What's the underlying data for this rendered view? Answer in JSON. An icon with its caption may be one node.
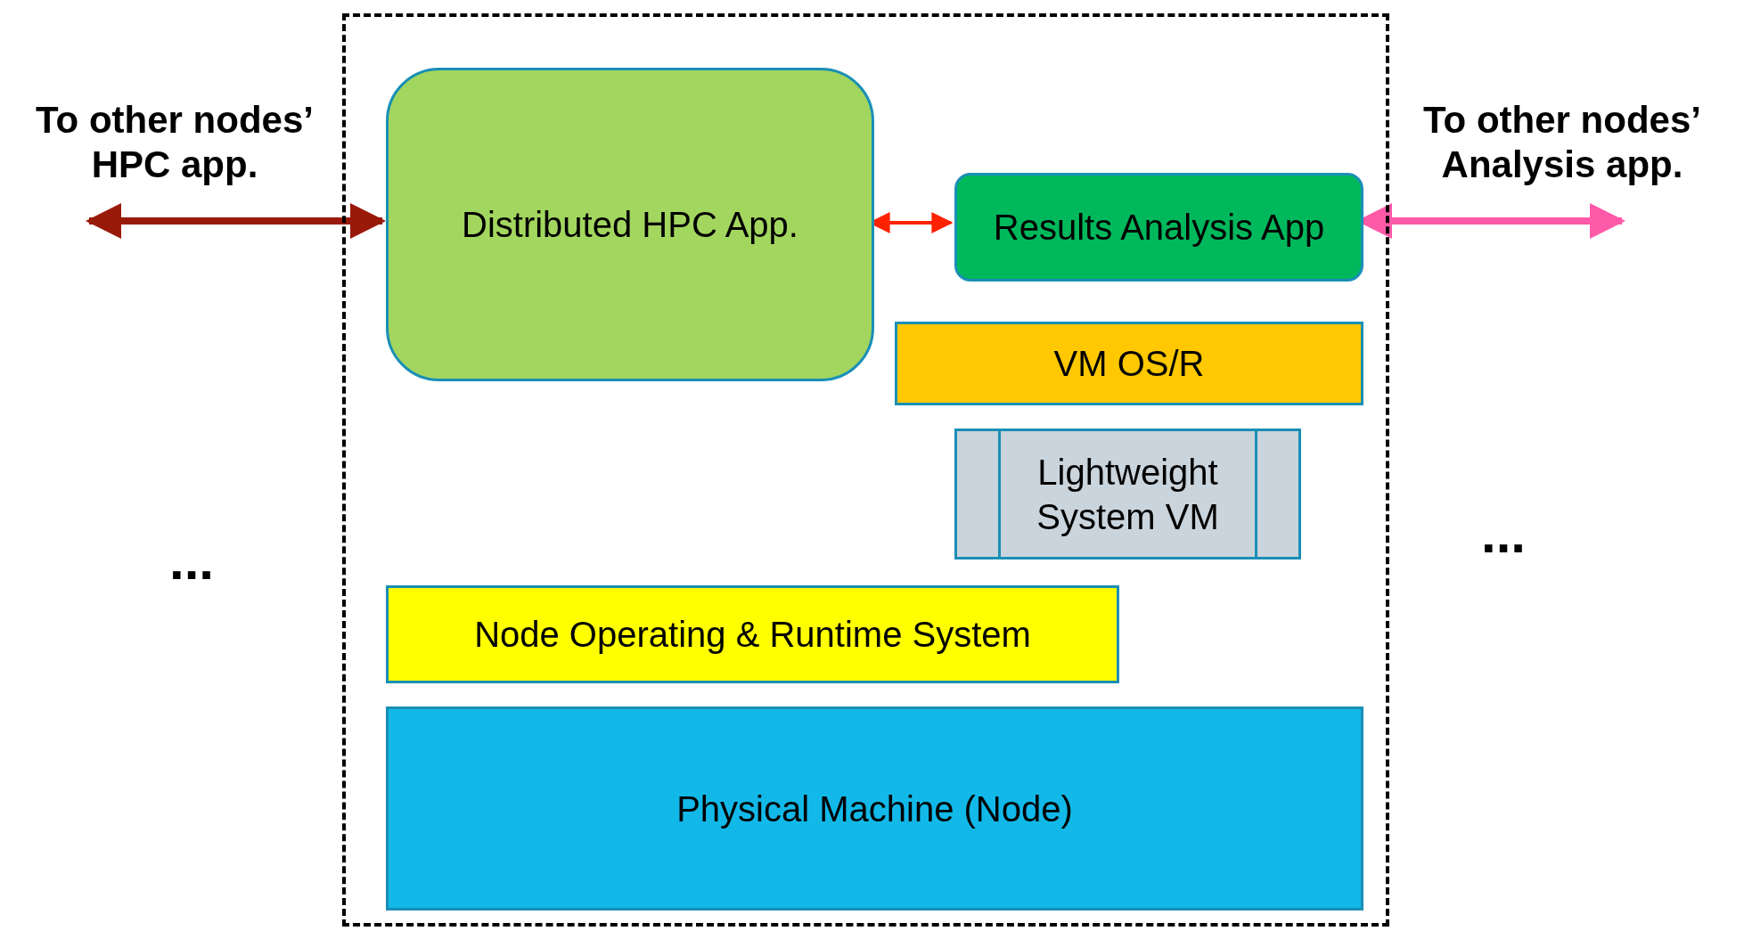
{
  "diagram": {
    "nodes": [
      {
        "text": [],
        "shape": "box"
      },
      {
        "text": [
          "Distributed HPC App."
        ],
        "in": 0
      },
      {
        "text": [
          "Results Analysis App"
        ],
        "in": 0
      },
      {
        "text": [
          "VM OS/R"
        ],
        "in": 0
      },
      {
        "text": [
          "Lightweight System VM"
        ],
        "in": 0
      },
      {
        "text": [
          "Node Operating & Runtime System"
        ],
        "in": 0
      },
      {
        "text": [
          "Physical Machine (Node)"
        ],
        "in": 0
      }
    ],
    "edges": [
      {
        "from": null,
        "to": 1,
        "arrow": "both",
        "label": "To other nodes’ HPC app.",
        "color": "#9a1a0a"
      },
      {
        "from": 1,
        "to": 2,
        "arrow": "both",
        "color": "#ff2200"
      },
      {
        "from": 2,
        "to": null,
        "arrow": "both",
        "label": "To other nodes’ Analysis app.",
        "color": "#ff5aa8"
      }
    ],
    "labels": [
      "...",
      "..."
    ]
  }
}
